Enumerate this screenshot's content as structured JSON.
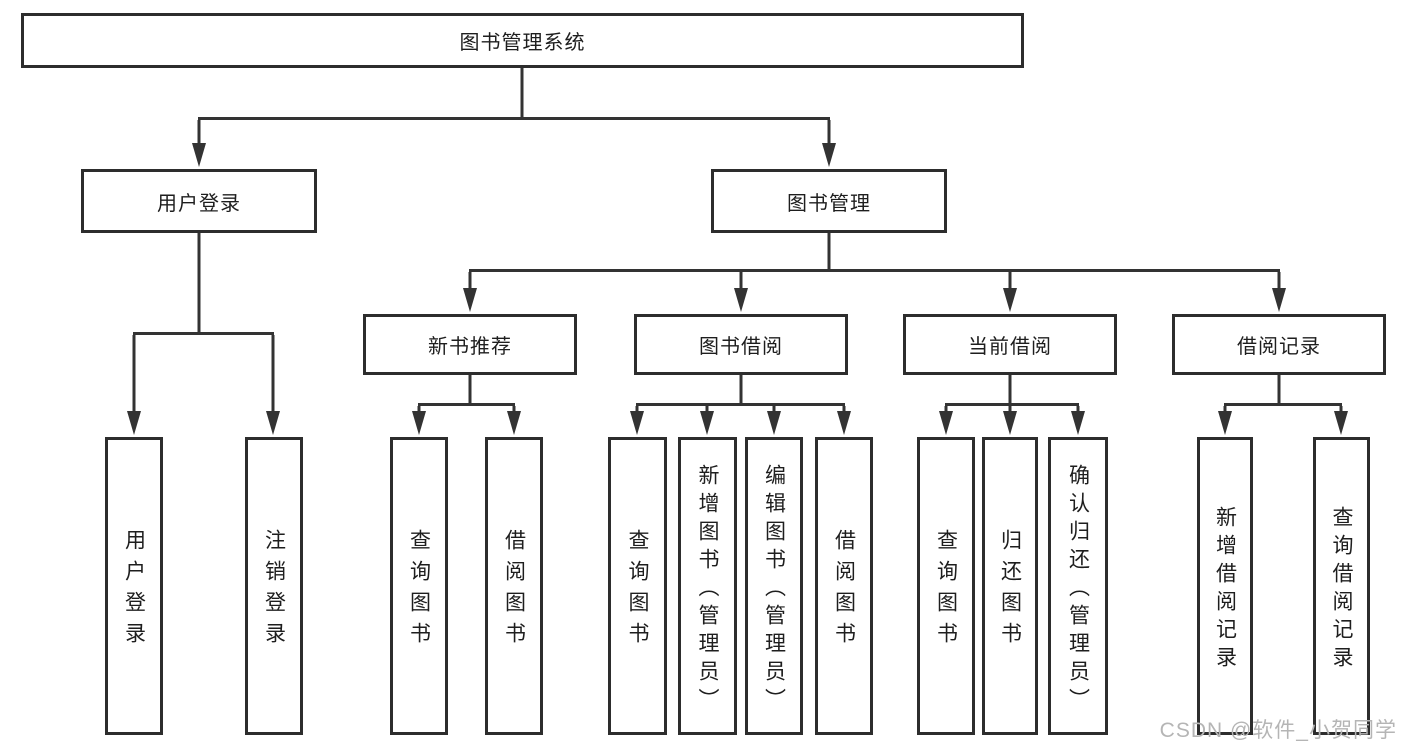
{
  "nodes": {
    "root": "图书管理系统",
    "user_login": "用户登录",
    "book_mgmt": "图书管理",
    "new_book_rec": "新书推荐",
    "book_borrow": "图书借阅",
    "current_borrow": "当前借阅",
    "borrow_records": "借阅记录",
    "leaf_user_login": "用户登录",
    "leaf_logout": "注销登录",
    "leaf_query_book_1": "查询图书",
    "leaf_borrow_book_1": "借阅图书",
    "leaf_query_book_2": "查询图书",
    "leaf_add_book": "新增图书（管理员）",
    "leaf_edit_book": "编辑图书（管理员）",
    "leaf_borrow_book_2": "借阅图书",
    "leaf_query_book_3": "查询图书",
    "leaf_return_book": "归还图书",
    "leaf_confirm_return": "确认归还（管理员）",
    "leaf_add_borrow_record": "新增借阅记录",
    "leaf_query_borrow_record": "查询借阅记录"
  },
  "watermark": "CSDN @软件_小贺同学",
  "colors": {
    "line": "#333333",
    "box_border": "#2d2d2d",
    "box_fill": "#ffffff",
    "text": "#1e1e1e",
    "watermark": "#b5b5b5"
  }
}
